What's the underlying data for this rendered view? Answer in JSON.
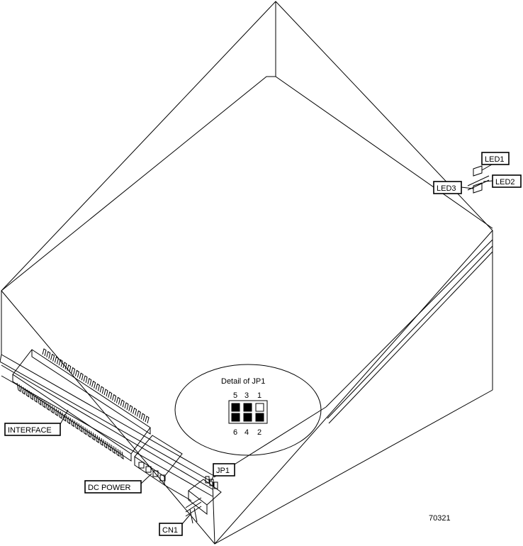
{
  "labels": {
    "led1": "LED1",
    "led2": "LED2",
    "led3": "LED3",
    "interface": "INTERFACE",
    "dc_power": "DC POWER",
    "jp1": "JP1",
    "cn1": "CN1"
  },
  "detail": {
    "title": "Detail of JP1",
    "top_pins": [
      "5",
      "3",
      "1"
    ],
    "bottom_pins": [
      "6",
      "4",
      "2"
    ],
    "top_row_filled": [
      true,
      true,
      false
    ],
    "bottom_row_filled": [
      true,
      true,
      true
    ]
  },
  "figure_number": "70321"
}
